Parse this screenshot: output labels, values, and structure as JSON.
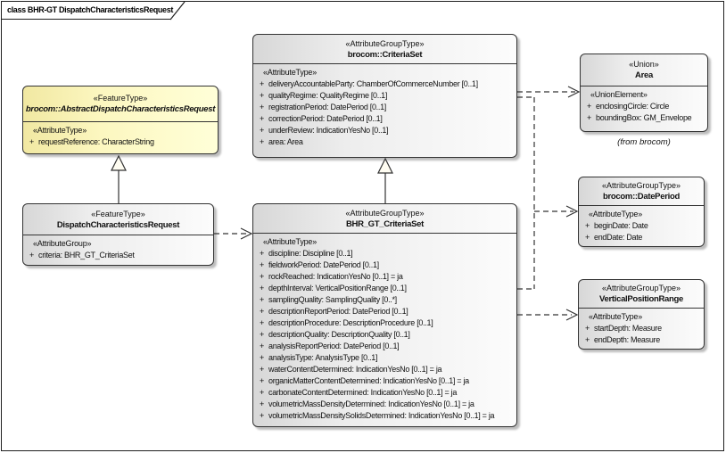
{
  "frame_title": "class BHR-GT DispatchCharacteristicsRequest",
  "plus": "+",
  "colors": {
    "box_border": "#333333",
    "gray_fill_left": "#d7d7d7",
    "gray_fill_right": "#fcfcfc",
    "yellow_fill_left": "#f1e8a2",
    "yellow_fill_right": "#ffffd8",
    "connector": "#333333",
    "shadow": "#bdbdbd"
  },
  "boxes": {
    "abstract": {
      "stereotype": "«FeatureType»",
      "name": "brocom::AbstractDispatchCharacteristicsRequest",
      "section_stereotype": "«AttributeType»",
      "attrs": [
        "requestReference: CharacterString"
      ]
    },
    "criteriaset": {
      "stereotype": "«AttributeGroupType»",
      "name": "brocom::CriteriaSet",
      "section_stereotype": "«AttributeType»",
      "attrs": [
        "deliveryAccountableParty: ChamberOfCommerceNumber [0..1]",
        "qualityRegime: QualityRegime [0..1]",
        "registrationPeriod: DatePeriod [0..1]",
        "correctionPeriod: DatePeriod [0..1]",
        "underReview: IndicationYesNo [0..1]",
        "area: Area"
      ]
    },
    "area": {
      "stereotype": "«Union»",
      "name": "Area",
      "section_stereotype": "«UnionElement»",
      "attrs": [
        "enclosingCircle: Circle",
        "boundingBox: GM_Envelope"
      ],
      "note": "(from brocom)"
    },
    "dispatch": {
      "stereotype": "«FeatureType»",
      "name": "DispatchCharacteristicsRequest",
      "section_stereotype": "«AttributeGroup»",
      "attrs": [
        "criteria: BHR_GT_CriteriaSet"
      ]
    },
    "bhr_gt": {
      "stereotype": "«AttributeGroupType»",
      "name": "BHR_GT_CriteriaSet",
      "section_stereotype": "«AttributeType»",
      "attrs": [
        "discipline: Discipline [0..1]",
        "fieldworkPeriod: DatePeriod [0..1]",
        "rockReached: IndicationYesNo [0..1] = ja",
        "depthInterval: VerticalPositionRange [0..1]",
        "samplingQuality: SamplingQuality [0..*]",
        "descriptionReportPeriod: DatePeriod [0..1]",
        "descriptionProcedure: DescriptionProcedure [0..1]",
        "descriptionQuality: DescriptionQuality [0..1]",
        "analysisReportPeriod: DatePeriod [0..1]",
        "analysisType: AnalysisType [0..1]",
        "waterContentDetermined: IndicationYesNo [0..1] = ja",
        "organicMatterContentDetermined: IndicationYesNo [0..1] = ja",
        "carbonateContentDetermined: IndicationYesNo [0..1] = ja",
        "volumetricMassDensityDetermined: IndicationYesNo [0..1] = ja",
        "volumetricMassDensitySolidsDetermined: IndicationYesNo [0..1] = ja"
      ]
    },
    "dateperiod": {
      "stereotype": "«AttributeGroupType»",
      "name": "brocom::DatePeriod",
      "section_stereotype": "«AttributeType»",
      "attrs": [
        "beginDate: Date",
        "endDate: Date"
      ]
    },
    "vpr": {
      "stereotype": "«AttributeGroupType»",
      "name": "VerticalPositionRange",
      "section_stereotype": "«AttributeType»",
      "attrs": [
        "startDepth: Measure",
        "endDepth: Measure"
      ]
    }
  }
}
